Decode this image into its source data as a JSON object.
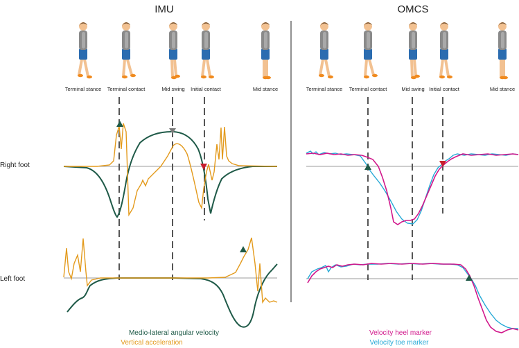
{
  "titles": {
    "imu": "IMU",
    "omcs": "OMCS"
  },
  "phases": {
    "imu": [
      "Terminal stance",
      "Terminal contact",
      "Mid swing",
      "Initial contact",
      "Mid stance"
    ],
    "omcs": [
      "Terminal stance",
      "Terminal contact",
      "Mid swing",
      "Initial contact",
      "Mid stance"
    ]
  },
  "rows": {
    "right": "Right foot",
    "left": "Left foot"
  },
  "legend": {
    "imu": [
      {
        "label": "Medio-lateral angular velocity",
        "color": "#1f5a48"
      },
      {
        "label": "Vertical acceleration",
        "color": "#e39a1c"
      }
    ],
    "omcs": [
      {
        "label": "Velocity heel marker",
        "color": "#d1178b"
      },
      {
        "label": "Velocity toe marker",
        "color": "#26a9d6"
      }
    ]
  },
  "colors": {
    "angular": "#1f5a48",
    "accel": "#e39a1c",
    "heel": "#d1178b",
    "toe": "#26a9d6",
    "baseline": "#9b9b9b",
    "dash": "#555555",
    "event_green": "#1f5a48",
    "event_red": "#c81f2d",
    "event_grey": "#7a7a7a"
  },
  "icons": [
    "walking-person-icon"
  ]
}
